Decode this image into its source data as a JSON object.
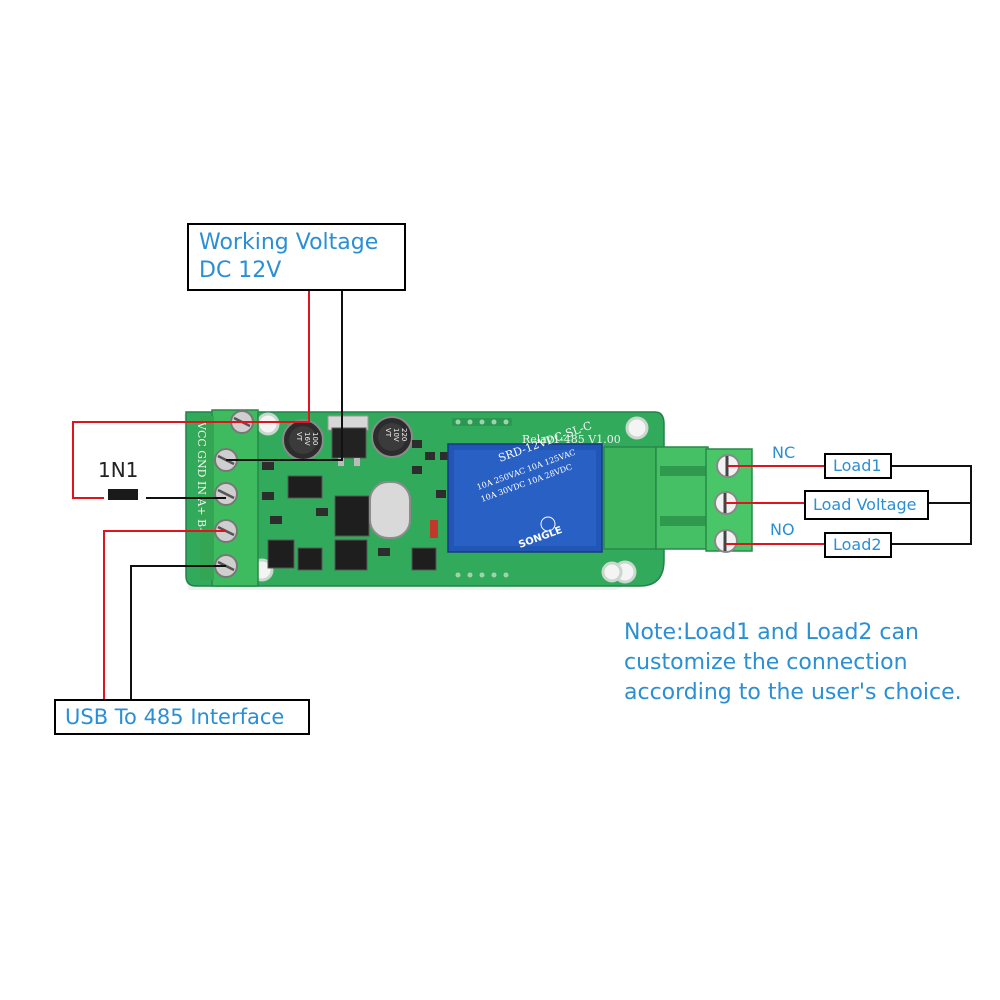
{
  "labels": {
    "working_voltage": [
      "Working Voltage",
      "DC 12V"
    ],
    "switch": "1N1",
    "usb_interface": "USB To 485 Interface",
    "nc": "NC",
    "no": "NO",
    "load1": "Load1",
    "load_voltage": "Load Voltage",
    "load2": "Load2",
    "note": [
      "Note:Load1 and Load2 can",
      "customize the connection",
      "according to the user's choice."
    ]
  },
  "board": {
    "name": "Relay1-485  V1.00",
    "terminal_labels": "VCC GND IN A+ B-",
    "relay_brand": "SONGLE",
    "relay_model": "SRD-12VDC-SL-C",
    "relay_ratings": [
      "10A 250VAC  10A 125VAC",
      "10A 30VDC  10A 28VDC"
    ],
    "cap1": [
      "100",
      "16V",
      "VT"
    ],
    "cap2": [
      "220",
      "10V",
      "VT"
    ]
  },
  "colors": {
    "accent_text": "#2b8fd4",
    "wire_red": "#e0141e",
    "wire_black": "#111111",
    "pcb_green": "#2fa85a",
    "terminal_green": "#3cb35a",
    "relay_blue": "#1f4fb0"
  }
}
